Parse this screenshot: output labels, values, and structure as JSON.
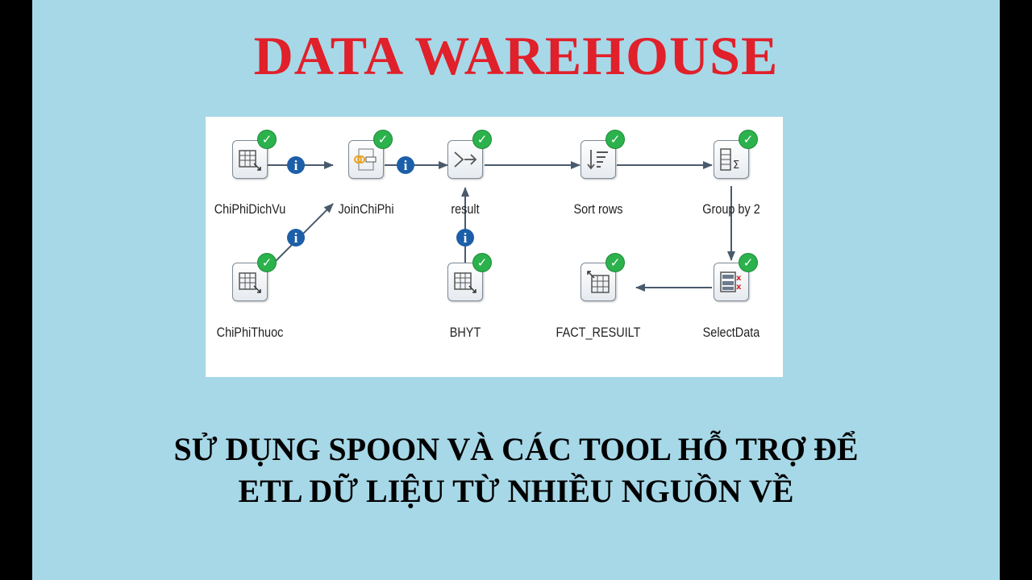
{
  "title": "DATA WAREHOUSE",
  "subtitle": {
    "line1": "SỬ DỤNG SPOON VÀ CÁC TOOL HỖ TRỢ ĐỂ",
    "line2": "ETL DỮ LIỆU TỪ NHIỀU NGUỒN VỀ"
  },
  "colors": {
    "background": "#a7d8e8",
    "title": "#e0202a",
    "check": "#2bb24c",
    "info": "#1c5fa8",
    "arrow": "#4a5a6c"
  },
  "steps": {
    "chiphidichvu": {
      "label": "ChiPhiDichVu",
      "icon": "table-input-icon"
    },
    "joinchiphi": {
      "label": "JoinChiPhi",
      "icon": "merge-join-icon"
    },
    "result": {
      "label": "result",
      "icon": "append-streams-icon"
    },
    "sortrows": {
      "label": "Sort rows",
      "icon": "sort-rows-icon"
    },
    "groupby": {
      "label": "Group by 2",
      "icon": "group-by-icon"
    },
    "chiphithuoc": {
      "label": "ChiPhiThuoc",
      "icon": "table-input-icon"
    },
    "bhyt": {
      "label": "BHYT",
      "icon": "table-input-icon"
    },
    "factresult": {
      "label": "FACT_RESUILT",
      "icon": "table-output-icon"
    },
    "selectdata": {
      "label": "SelectData",
      "icon": "select-values-icon"
    }
  },
  "hop_info_symbol": "i",
  "check_symbol": "✓"
}
